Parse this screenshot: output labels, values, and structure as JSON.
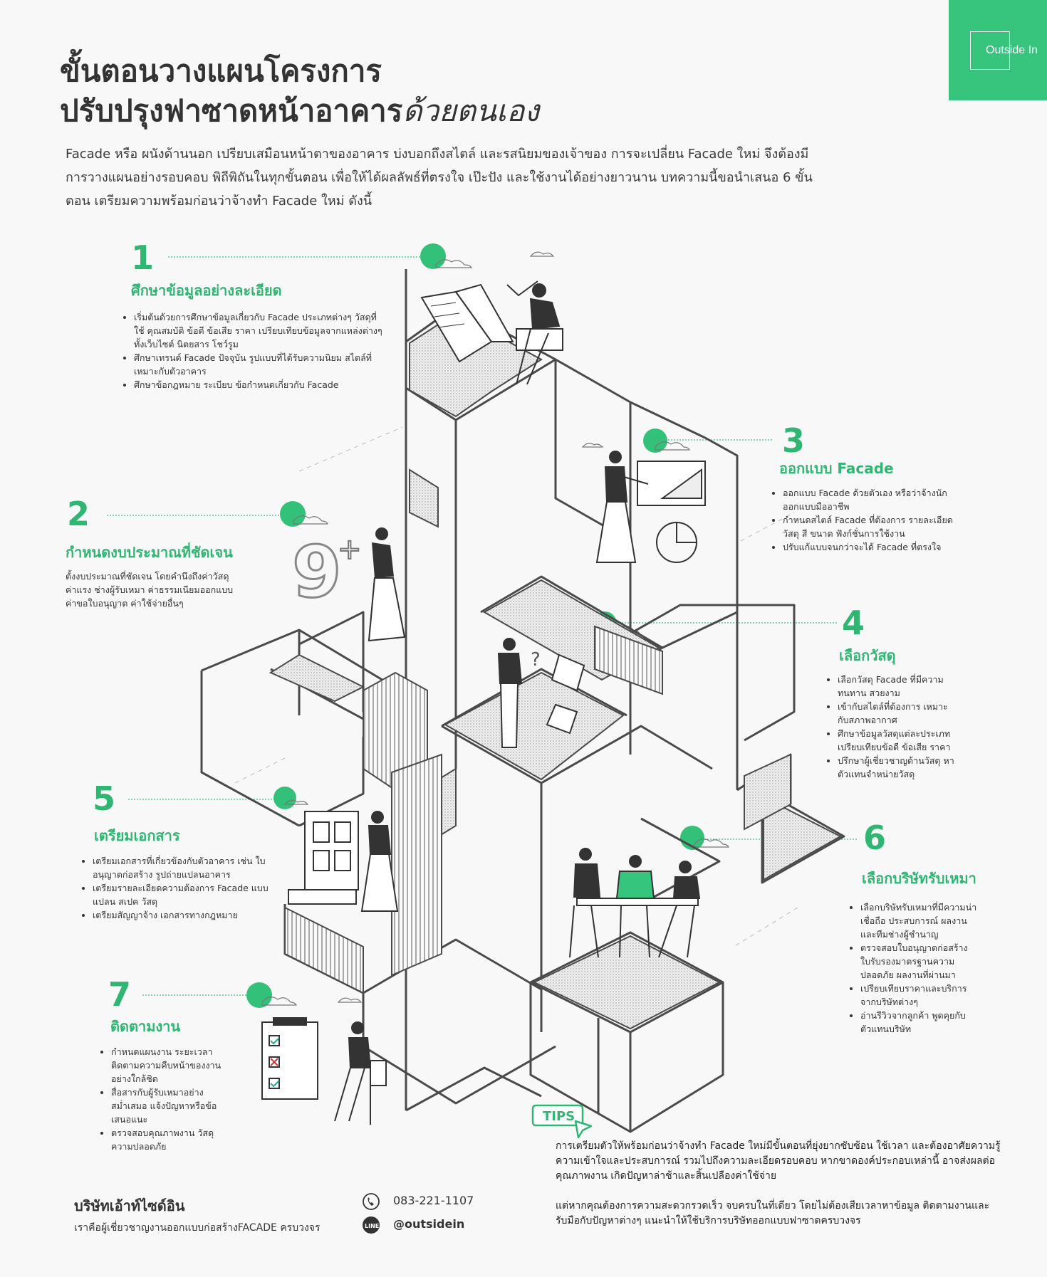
{
  "brand": {
    "name": "Outside In",
    "color": "#37c47d"
  },
  "title": {
    "line1": "ขั้นตอนวางแผนโครงการ",
    "line2_bold": "ปรับปรุงฟาซาดหน้าอาคาร",
    "line2_italic": "ด้วยตนเอง"
  },
  "intro": "Facade หรือ ผนังด้านนอก เปรียบเสมือนหน้าตาของอาคาร บ่งบอกถึงสไตล์ และรสนิยมของเจ้าของ การจะเปลี่ยน Facade ใหม่ จึงต้องมีการวางแผนอย่างรอบคอบ พิถีพิถันในทุกขั้นตอน เพื่อให้ได้ผลลัพธ์ที่ตรงใจ เป๊ะปัง และใช้งานได้อย่างยาวนาน บทความนี้ขอนำเสนอ 6 ขั้นตอน เตรียมความพร้อมก่อนว่าจ้างทำ Facade ใหม่ ดังนี้",
  "accent_color": "#2fb673",
  "steps": [
    {
      "number": "1",
      "title": "ศึกษาข้อมูลอย่างละเอียด",
      "bullets": [
        "เริ่มต้นด้วยการศึกษาข้อมูลเกี่ยวกับ Facade ประเภทต่างๆ วัสดุที่ใช้ คุณสมบัติ ข้อดี ข้อเสีย ราคา เปรียบเทียบข้อมูลจากแหล่งต่างๆ ทั้งเว็บไซต์ นิตยสาร โชว์รูม",
        "ศึกษาเทรนด์ Facade ปัจจุบัน รูปแบบที่ได้รับความนิยม สไตล์ที่เหมาะกับตัวอาคาร",
        "ศึกษาข้อกฎหมาย ระเบียบ ข้อกำหนดเกี่ยวกับ Facade"
      ]
    },
    {
      "number": "2",
      "title": "กำหนดงบประมาณที่ชัดเจน",
      "text": "ตั้งงบประมาณที่ชัดเจน โดยคำนึงถึงค่าวัสดุ ค่าแรง ช่างผู้รับเหมา ค่าธรรมเนียมออกแบบ ค่าขอใบอนุญาต ค่าใช้จ่ายอื่นๆ"
    },
    {
      "number": "3",
      "title": "ออกแบบ Facade",
      "bullets": [
        "ออกแบบ Facade ด้วยตัวเอง หรือว่าจ้างนักออกแบบมืออาชีพ",
        "กำหนดสไตล์ Facade ที่ต้องการ รายละเอียด วัสดุ สี ขนาด ฟังก์ชั่นการใช้งาน",
        "ปรับแก้แบบจนกว่าจะได้ Facade ที่ตรงใจ"
      ]
    },
    {
      "number": "4",
      "title": "เลือกวัสดุ",
      "bullets": [
        "เลือกวัสดุ Facade ที่มีความทนทาน สวยงาม",
        "เข้ากับสไตล์ที่ต้องการ เหมาะกับสภาพอากาศ",
        "ศึกษาข้อมูลวัสดุแต่ละประเภท เปรียบเทียบข้อดี ข้อเสีย ราคา",
        "ปรึกษาผู้เชี่ยวชาญด้านวัสดุ หาตัวแทนจำหน่ายวัสดุ"
      ]
    },
    {
      "number": "5",
      "title": "เตรียมเอกสาร",
      "bullets": [
        "เตรียมเอกสารที่เกี่ยวข้องกับตัวอาคาร เช่น ใบอนุญาตก่อสร้าง รูปถ่ายแปลนอาคาร",
        "เตรียมรายละเอียดความต้องการ Facade แบบแปลน สเปค วัสดุ",
        "เตรียมสัญญาจ้าง เอกสารทางกฎหมาย"
      ]
    },
    {
      "number": "6",
      "title": "เลือกบริษัทรับเหมา",
      "bullets": [
        "เลือกบริษัทรับเหมาที่มีความน่าเชื่อถือ ประสบการณ์ ผลงาน และทีมช่างผู้ชำนาญ",
        "ตรวจสอบใบอนุญาตก่อสร้าง ใบรับรองมาตรฐานความปลอดภัย ผลงานที่ผ่านมา",
        "เปรียบเทียบราคาและบริการจากบริษัทต่างๆ",
        "อ่านรีวิวจากลูกค้า พูดคุยกับตัวแทนบริษัท"
      ]
    },
    {
      "number": "7",
      "title": "ติดตามงาน",
      "bullets": [
        "กำหนดแผนงาน ระยะเวลา ติดตามความคืบหน้าของงานอย่างใกล้ชิด",
        "สื่อสารกับผู้รับเหมาอย่างสม่ำเสมอ แจ้งปัญหาหรือข้อเสนอแนะ",
        "ตรวจสอบคุณภาพงาน วัสดุ ความปลอดภัย"
      ]
    }
  ],
  "tips": {
    "label": "TIPS",
    "para1": "การเตรียมตัวให้พร้อมก่อนว่าจ้างทำ Facade ใหม่มีขั้นตอนที่ยุ่งยากซับซ้อน ใช้เวลา และต้องอาศัยความรู้ความเข้าใจและประสบการณ์ รวมไปถึงความละเอียดรอบคอบ หากขาดองค์ประกอบเหล่านี้ อาจส่งผลต่อคุณภาพงาน เกิดปัญหาล่าช้าและสิ้นเปลืองค่าใช้จ่าย",
    "para2": "แต่หากคุณต้องการความสะดวกรวดเร็ว จบครบในที่เดียว โดยไม่ต้องเสียเวลาหาข้อมูล ติดตามงานและรับมือกับปัญหาต่างๆ แนะนำให้ใช้บริการบริษัทออกแบบฟาซาดครบวงจร"
  },
  "footer": {
    "company": "บริษัทเอ้าท์ไซด์อิน",
    "tagline": "เราคือผู้เชี่ยวชาญงานออกแบบก่อสร้างFACADE ครบวงจร",
    "phone": "083-221-1107",
    "line_label": "LINE",
    "line_id": "@outsidein"
  },
  "illustration": {
    "budget_number": "9"
  }
}
